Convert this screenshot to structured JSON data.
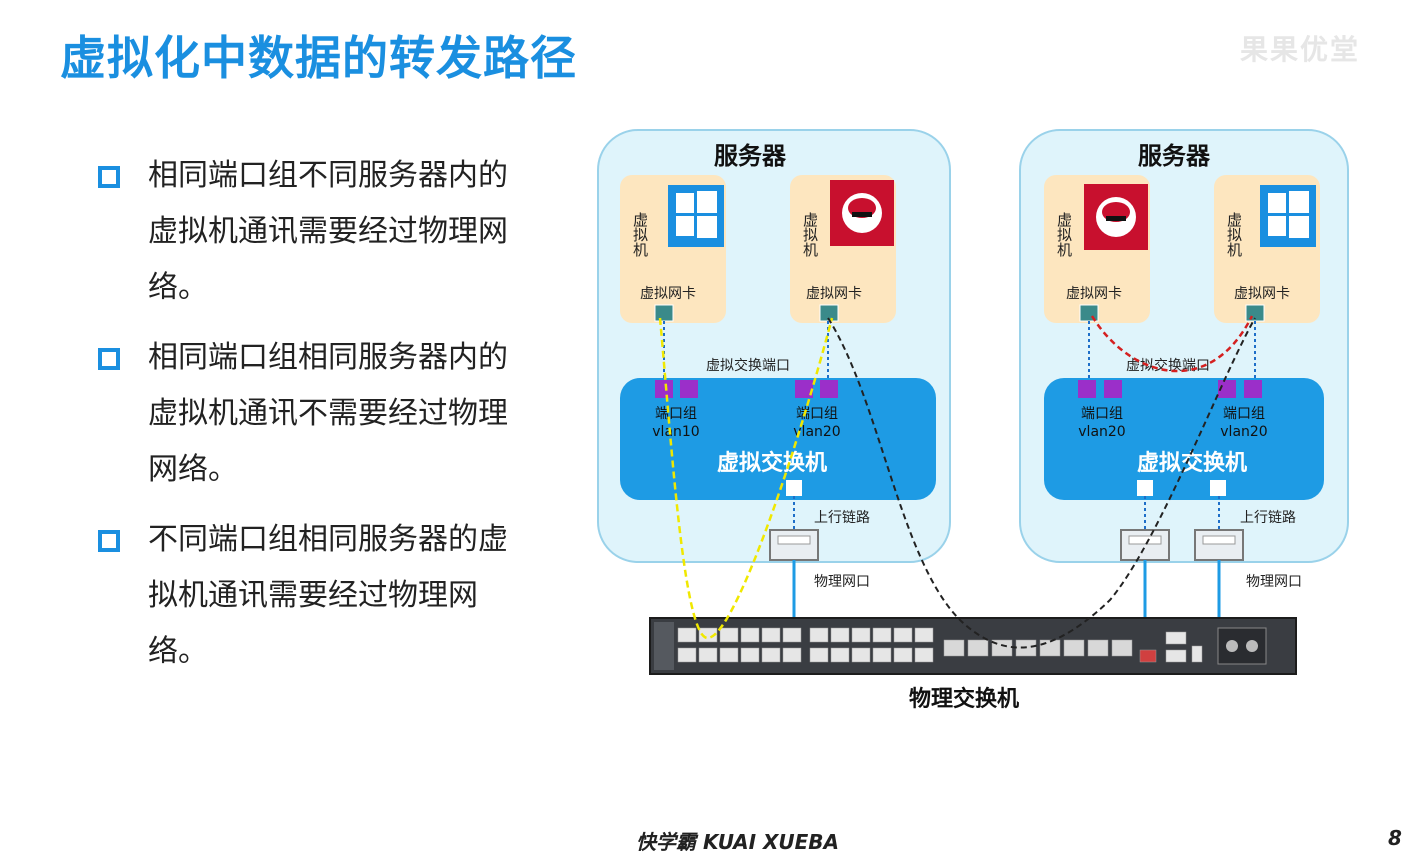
{
  "title": "虚拟化中数据的转发路径",
  "watermark": "果果优堂",
  "bullets": [
    "相同端口组不同服务器内的虚拟机通讯需要经过物理网络。",
    "相同端口组相同服务器内的虚拟机通讯不需要经过物理网络。",
    "不同端口组相同服务器的虚拟机通讯需要经过物理网络。"
  ],
  "diagram": {
    "server_label": "服务器",
    "vm_label": "虚拟机",
    "vnic_label": "虚拟网卡",
    "vswitch_port_label": "虚拟交换端口",
    "port_group_label": "端口组",
    "vswitch_label": "虚拟交换机",
    "uplink_label": "上行链路",
    "phys_port_label": "物理网口",
    "phys_switch_label": "物理交换机",
    "left_groups": [
      "vlan10",
      "vlan20"
    ],
    "right_groups": [
      "vlan20",
      "vlan20"
    ],
    "colors": {
      "server_bg": "#dff4fb",
      "vm_bg": "#fde6bf",
      "vswitch_bg": "#1e9be4",
      "port_purple": "#9b2fc9",
      "path_yellow": "#f0e800",
      "path_black": "#222222",
      "path_red": "#d42020"
    }
  },
  "footer": "快学霸 KUAI XUEBA",
  "page_number": "8"
}
